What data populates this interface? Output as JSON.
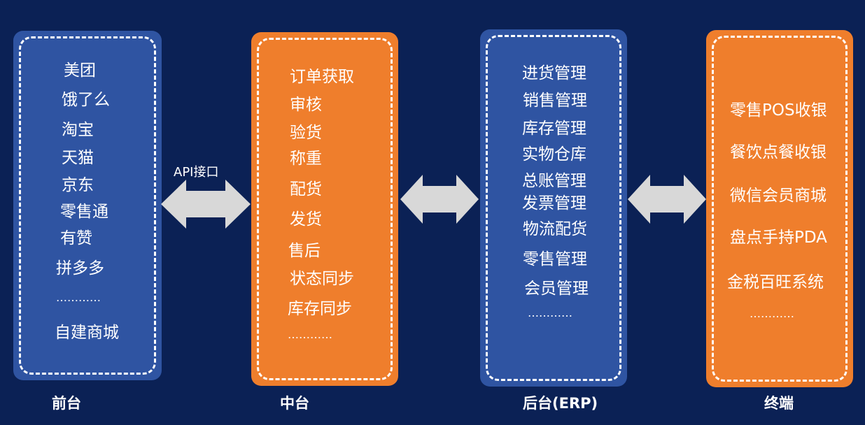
{
  "colors": {
    "background": "#0b2155",
    "panel_blue": "#2f54a2",
    "panel_orange": "#ef7e2c",
    "arrow": "#d8d8d8",
    "text": "#ffffff"
  },
  "panels": {
    "front": {
      "title": "前台",
      "items": [
        "美团",
        "饿了么",
        "淘宝",
        "天猫",
        "京东",
        "零售通",
        "有赞",
        "拼多多",
        "…………",
        "自建商城"
      ]
    },
    "middle": {
      "title": "中台",
      "items": [
        "订单获取",
        "审核",
        "验货",
        "称重",
        "配货",
        "发货",
        "售后",
        "状态同步",
        "库存同步",
        "…………"
      ]
    },
    "back": {
      "title": "后台(ERP)",
      "items": [
        "进货管理",
        "销售管理",
        "库存管理",
        "实物仓库",
        "总账管理",
        "发票管理",
        "物流配货",
        "零售管理",
        "会员管理",
        "…………"
      ]
    },
    "terminal": {
      "title": "终端",
      "items": [
        "零售POS收银",
        "餐饮点餐收银",
        "微信会员商城",
        "盘点手持PDA",
        "金税百旺系统",
        "…………"
      ]
    }
  },
  "connectors": {
    "api_label": "API接口",
    "arrow_icon": "double-arrow-icon"
  }
}
